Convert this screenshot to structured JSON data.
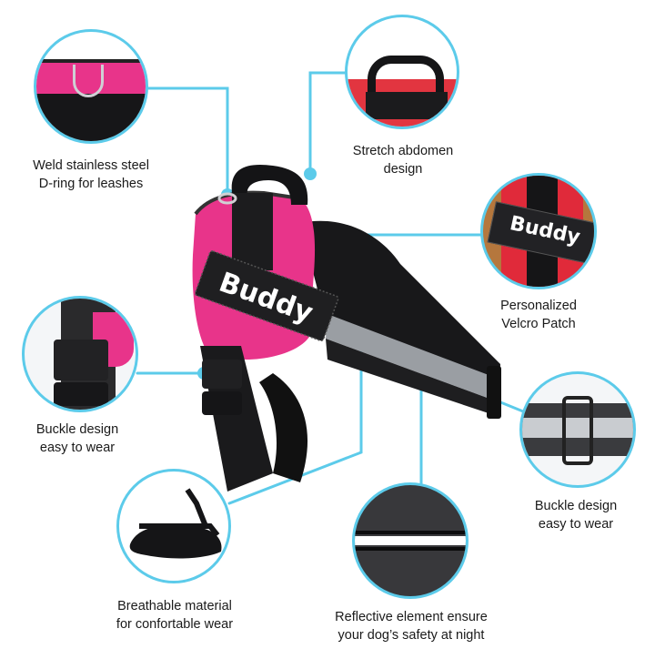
{
  "product": {
    "name_patch_text": "Buddy",
    "accent_color": "#5ccbea",
    "harness_color": "#e8348a",
    "strap_color": "#1e1e20",
    "reflective_color": "#9a9ea3"
  },
  "callouts": [
    {
      "id": "d-ring",
      "lines": [
        "Weld stainless steel",
        "D-ring for leashes"
      ]
    },
    {
      "id": "handle",
      "lines": [
        "Stretch abdomen",
        "design"
      ]
    },
    {
      "id": "velcro-patch",
      "lines": [
        "Personalized",
        "Velcro Patch"
      ],
      "patch_text": "Buddy"
    },
    {
      "id": "buckle-left",
      "lines": [
        "Buckle design",
        "easy to wear"
      ]
    },
    {
      "id": "buckle-right",
      "lines": [
        "Buckle design",
        "easy to wear"
      ]
    },
    {
      "id": "breathable",
      "lines": [
        "Breathable material",
        "for confortable wear"
      ]
    },
    {
      "id": "reflective",
      "lines": [
        "Reflective element ensure",
        "your dog’s safety at night"
      ]
    }
  ]
}
